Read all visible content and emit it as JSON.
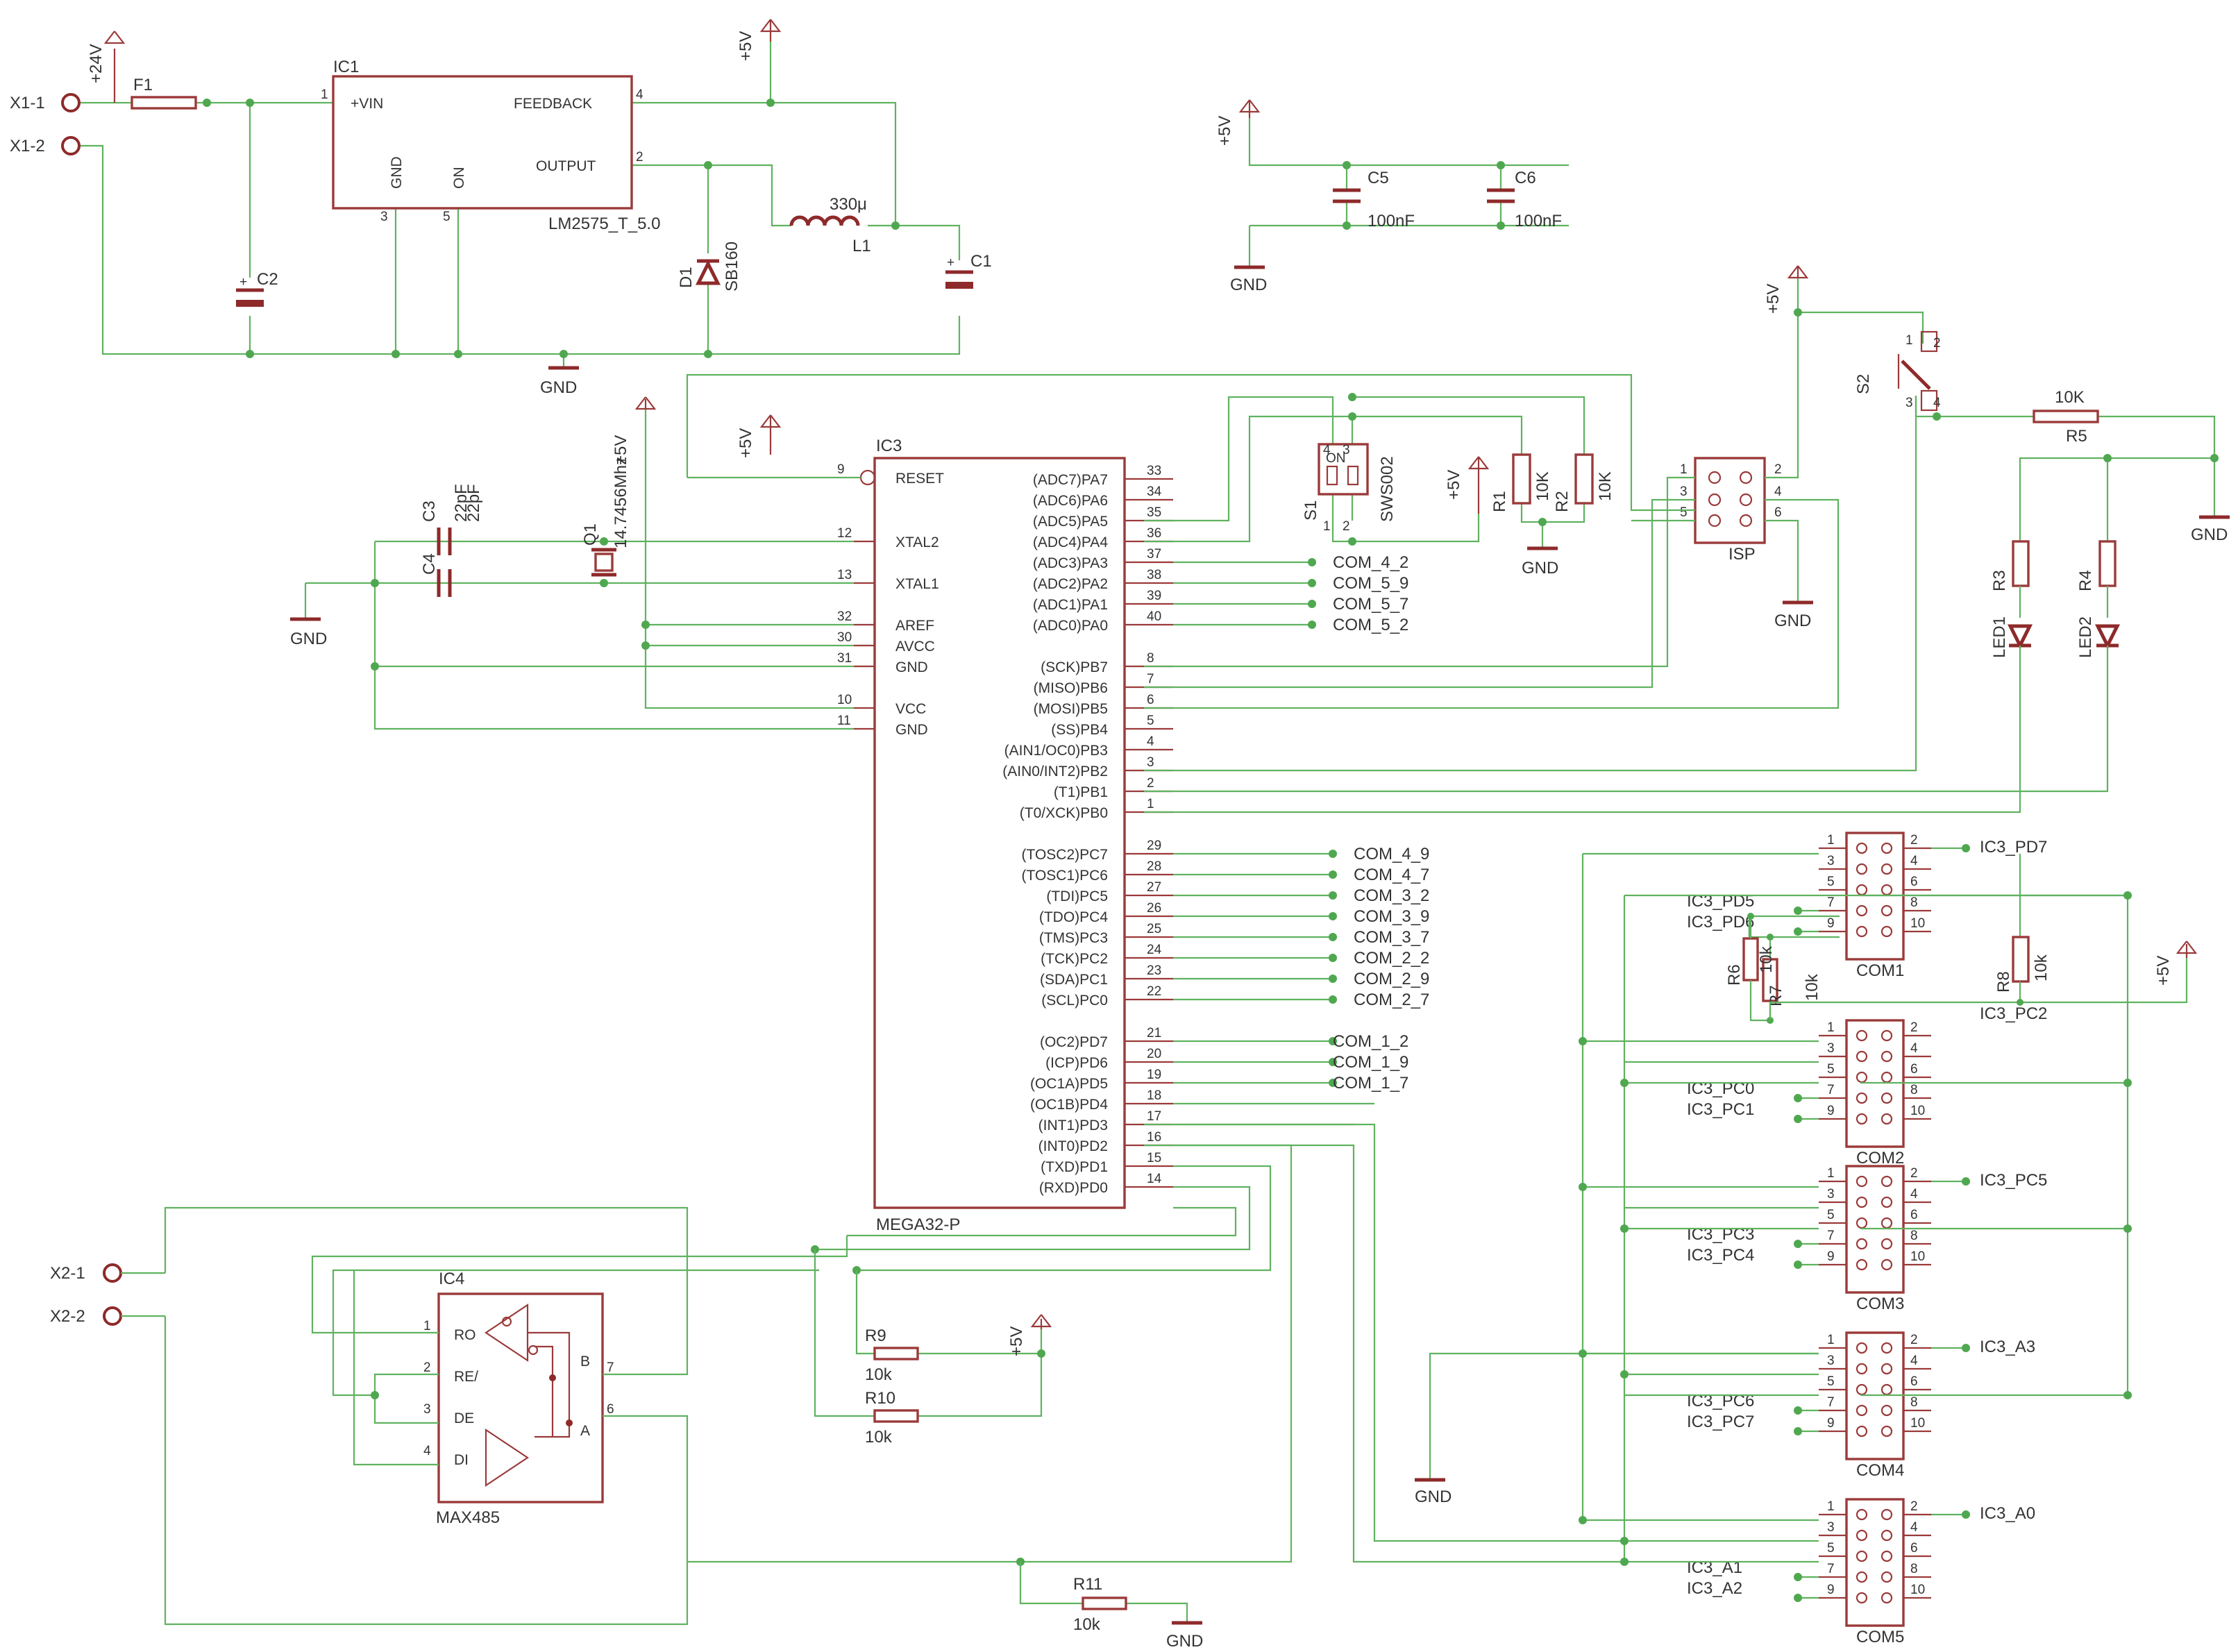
{
  "colors": {
    "wire": "#5fb25f",
    "symbol": "#8e2a2a",
    "text": "#333333",
    "background": "#ffffff"
  },
  "power": {
    "reg": {
      "part": "IC1",
      "value": "LM2575_T_5.0",
      "pins": {
        "vin": "+VIN",
        "gnd": "GND",
        "on": "ON",
        "feedback": "FEEDBACK",
        "output": "OUTPUT"
      },
      "nums": {
        "vin": "1",
        "feedback": "4",
        "output": "2",
        "gnd": "3",
        "on": "5"
      }
    },
    "x1_1": "X1-1",
    "x1_2": "X1-2",
    "v24": "+24V",
    "f1": "F1",
    "c2": "C2",
    "c1": "C1",
    "d1": "D1",
    "d1_val": "SB160",
    "l1": "L1",
    "l1_val": "330μ",
    "gnd": "GND",
    "v5": "+5V"
  },
  "decoupling": {
    "c5": "C5",
    "c6": "C6",
    "c5_val": "100nF",
    "c6_val": "100nF",
    "gnd": "GND",
    "v5": "+5V"
  },
  "mcu": {
    "part": "IC3",
    "value": "MEGA32-P",
    "left_pins": [
      {
        "num": "9",
        "name": "RESET"
      },
      {
        "num": "12",
        "name": "XTAL2"
      },
      {
        "num": "13",
        "name": "XTAL1"
      },
      {
        "num": "32",
        "name": "AREF"
      },
      {
        "num": "30",
        "name": "AVCC"
      },
      {
        "num": "31",
        "name": "GND"
      },
      {
        "num": "10",
        "name": "VCC"
      },
      {
        "num": "11",
        "name": "GND"
      }
    ],
    "right_pins": [
      {
        "num": "33",
        "name": "(ADC7)PA7"
      },
      {
        "num": "34",
        "name": "(ADC6)PA6"
      },
      {
        "num": "35",
        "name": "(ADC5)PA5"
      },
      {
        "num": "36",
        "name": "(ADC4)PA4"
      },
      {
        "num": "37",
        "name": "(ADC3)PA3"
      },
      {
        "num": "38",
        "name": "(ADC2)PA2"
      },
      {
        "num": "39",
        "name": "(ADC1)PA1"
      },
      {
        "num": "40",
        "name": "(ADC0)PA0"
      },
      {
        "num": "8",
        "name": "(SCK)PB7"
      },
      {
        "num": "7",
        "name": "(MISO)PB6"
      },
      {
        "num": "6",
        "name": "(MOSI)PB5"
      },
      {
        "num": "5",
        "name": "(SS)PB4"
      },
      {
        "num": "4",
        "name": "(AIN1/OC0)PB3"
      },
      {
        "num": "3",
        "name": "(AIN0/INT2)PB2"
      },
      {
        "num": "2",
        "name": "(T1)PB1"
      },
      {
        "num": "1",
        "name": "(T0/XCK)PB0"
      },
      {
        "num": "29",
        "name": "(TOSC2)PC7"
      },
      {
        "num": "28",
        "name": "(TOSC1)PC6"
      },
      {
        "num": "27",
        "name": "(TDI)PC5"
      },
      {
        "num": "26",
        "name": "(TDO)PC4"
      },
      {
        "num": "25",
        "name": "(TMS)PC3"
      },
      {
        "num": "24",
        "name": "(TCK)PC2"
      },
      {
        "num": "23",
        "name": "(SDA)PC1"
      },
      {
        "num": "22",
        "name": "(SCL)PC0"
      },
      {
        "num": "21",
        "name": "(OC2)PD7"
      },
      {
        "num": "20",
        "name": "(ICP)PD6"
      },
      {
        "num": "19",
        "name": "(OC1A)PD5"
      },
      {
        "num": "18",
        "name": "(OC1B)PD4"
      },
      {
        "num": "17",
        "name": "(INT1)PD3"
      },
      {
        "num": "16",
        "name": "(INT0)PD2"
      },
      {
        "num": "15",
        "name": "(TXD)PD1"
      },
      {
        "num": "14",
        "name": "(RXD)PD0"
      }
    ],
    "net_labels_pa": [
      "COM_4_2",
      "COM_5_9",
      "COM_5_7",
      "COM_5_2"
    ],
    "net_labels_pc": [
      "COM_4_9",
      "COM_4_7",
      "COM_3_2",
      "COM_3_9",
      "COM_3_7",
      "COM_2_2",
      "COM_2_9",
      "COM_2_7"
    ],
    "net_labels_pd": [
      "COM_1_2",
      "COM_1_9",
      "COM_1_7"
    ],
    "v5": "+5V"
  },
  "crystal": {
    "q1": "Q1",
    "q1_val": "14.7456Mhz",
    "c3": "C3",
    "c4": "C4",
    "c3_val": "22pF",
    "c4_val": "22pF",
    "gnd": "GND",
    "v5": "+5V"
  },
  "dip": {
    "s1": "S1",
    "val": "SWS002",
    "on": "ON",
    "pins": [
      "4",
      "3",
      "1",
      "2"
    ],
    "sw": [
      "1",
      "2"
    ]
  },
  "pullups": {
    "r1": "R1",
    "r2": "R2",
    "r1_val": "10K",
    "r2_val": "10K",
    "gnd": "GND",
    "v5": "+5V"
  },
  "isp": {
    "name": "ISP",
    "pins": [
      "1",
      "2",
      "3",
      "4",
      "5",
      "6"
    ],
    "gnd": "GND",
    "v5": "+5V"
  },
  "reset_sw": {
    "s2": "S2",
    "pins": [
      "1",
      "2",
      "3",
      "4"
    ]
  },
  "r5": {
    "name": "R5",
    "val": "10K",
    "gnd": "GND"
  },
  "leds": {
    "r3": "R3",
    "r4": "R4",
    "led1": "LED1",
    "led2": "LED2"
  },
  "coms": [
    {
      "name": "COM1",
      "right": [
        "IC3_PD7",
        "",
        "",
        ""
      ],
      "left": [
        "IC3_PD5",
        "IC3_PD6"
      ]
    },
    {
      "name": "COM2",
      "right": [
        "",
        "",
        "",
        ""
      ],
      "left": [
        "IC3_PC0",
        "IC3_PC1"
      ]
    },
    {
      "name": "COM3",
      "right": [
        "IC3_PC5",
        "",
        "",
        ""
      ],
      "left": [
        "IC3_PC3",
        "IC3_PC4"
      ]
    },
    {
      "name": "COM4",
      "right": [
        "IC3_A3",
        "",
        "",
        ""
      ],
      "left": [
        "IC3_PC6",
        "IC3_PC7"
      ]
    },
    {
      "name": "COM5",
      "right": [
        "IC3_A0",
        "",
        "",
        ""
      ],
      "left": [
        "IC3_A1",
        "IC3_A2"
      ]
    }
  ],
  "com_pin_nums": [
    "1",
    "2",
    "3",
    "4",
    "5",
    "6",
    "7",
    "8",
    "9",
    "10"
  ],
  "r6r7r8": {
    "r6": "R6",
    "r7": "R7",
    "r8": "R8",
    "r6_val": "10k",
    "r7_val": "10k",
    "r8_val": "10k",
    "r8_net": "IC3_PC2",
    "v5": "+5V",
    "com4_gnd": "GND"
  },
  "rs485": {
    "part": "IC4",
    "value": "MAX485",
    "pins": {
      "ro": "RO",
      "re": "RE/",
      "de": "DE",
      "di": "DI",
      "b": "B",
      "a": "A"
    },
    "nums": {
      "ro": "1",
      "re": "2",
      "de": "3",
      "di": "4",
      "b": "7",
      "a": "6"
    },
    "x2_1": "X2-1",
    "x2_2": "X2-2"
  },
  "bias": {
    "r9": "R9",
    "r10": "R10",
    "r11": "R11",
    "r9_val": "10k",
    "r10_val": "10k",
    "r11_val": "10k",
    "v5": "+5V",
    "gnd": "GND"
  }
}
